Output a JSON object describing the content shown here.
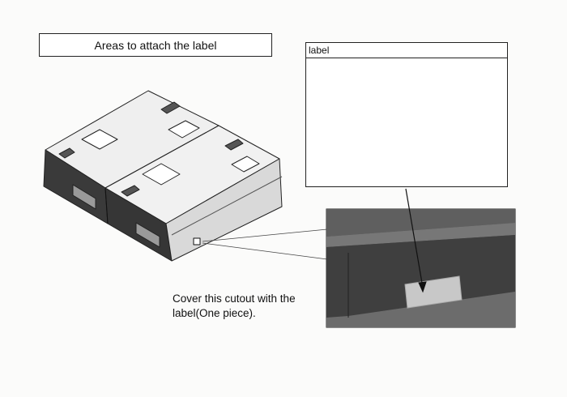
{
  "title": "Areas to attach the label",
  "label_box": {
    "header": "label"
  },
  "note": {
    "line1": "Cover this cutout with the",
    "line2": "label(One piece)."
  },
  "colors": {
    "line": "#222222",
    "unit_top": "#eeeeee",
    "unit_front": "#3a3a3a",
    "unit_side": "#d6d6d6",
    "photo_dark": "#3d3d3d",
    "label_patch": "#c8c8c8"
  }
}
